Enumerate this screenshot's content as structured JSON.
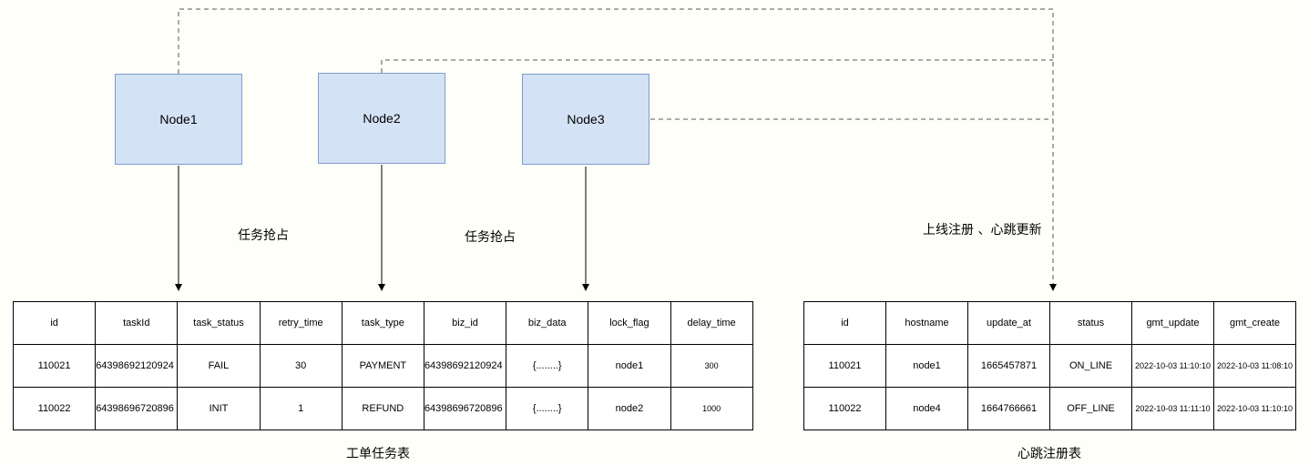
{
  "nodes": [
    "Node1",
    "Node2",
    "Node3"
  ],
  "labels": {
    "grab_1": "任务抢占",
    "grab_2": "任务抢占",
    "register": "上线注册 、心跳更新"
  },
  "task_table": {
    "caption": "工单任务表",
    "headers": [
      "id",
      "taskId",
      "task_status",
      "retry_time",
      "task_type",
      "biz_id",
      "biz_data",
      "lock_flag",
      "delay_time"
    ],
    "rows": [
      [
        "110021",
        "64398692120924",
        "FAIL",
        "30",
        "PAYMENT",
        "64398692120924",
        "{........}",
        "node1",
        "300"
      ],
      [
        "110022",
        "64398696720896",
        "INIT",
        "1",
        "REFUND",
        "64398696720896",
        "{........}",
        "node2",
        "1000"
      ]
    ]
  },
  "heartbeat_table": {
    "caption": "心跳注册表",
    "headers": [
      "id",
      "hostname",
      "update_at",
      "status",
      "gmt_update",
      "gmt_create"
    ],
    "rows": [
      [
        "110021",
        "node1",
        "1665457871",
        "ON_LINE",
        "2022-10-03 11:10:10",
        "2022-10-03 11:08:10"
      ],
      [
        "110022",
        "node4",
        "1664766661",
        "OFF_LINE",
        "2022-10-03 11:11:10",
        "2022-10-03 11:10:10"
      ]
    ]
  },
  "colors": {
    "node_fill": "#d4e2f6",
    "node_border": "#7d9ccc",
    "background": "#fffff9"
  }
}
